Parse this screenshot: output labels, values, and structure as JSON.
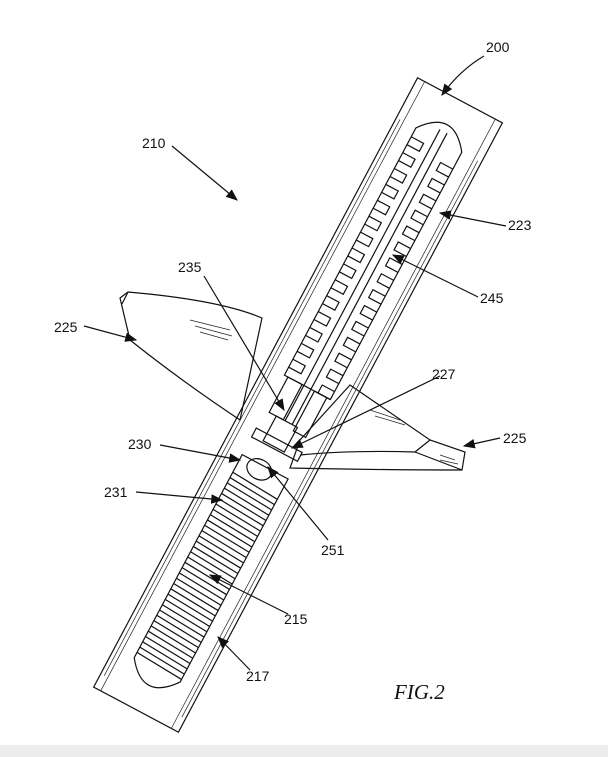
{
  "figure": {
    "caption": "FIG.2",
    "labels": {
      "device": "200",
      "assembly": "210",
      "outer_wall": "223",
      "component_235": "235",
      "spring_rack": "245",
      "wing_left": "225",
      "wing_right": "225",
      "component_227": "227",
      "component_230": "230",
      "component_231": "231",
      "component_251": "251",
      "threaded_rod": "215",
      "housing": "217"
    }
  }
}
